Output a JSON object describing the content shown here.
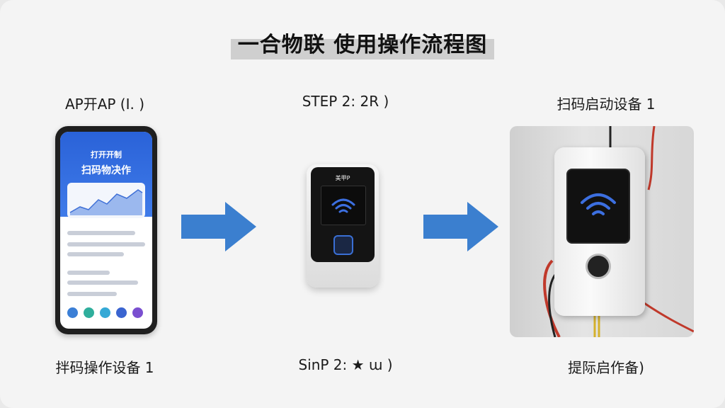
{
  "title": "一合物联 使用操作流程图",
  "steps": [
    {
      "top_label": "AP开AP (I. )",
      "bottom_label": "拌码操作设备 1"
    },
    {
      "top_label": "STEP 2:  2R  )",
      "bottom_label": "SinP 2:  ★ ɯ  )"
    },
    {
      "top_label": "扫码启动设备 1",
      "bottom_label": "提际启作备)"
    }
  ],
  "phone": {
    "app_title": "打开开制",
    "heading": "扫码物决作"
  },
  "device": {
    "brand": "美甲P"
  },
  "colors": {
    "arrow": "#3b7fcf",
    "accent": "#2a62d8",
    "wifi": "#3c6fe0"
  },
  "icons": [
    "wifi-icon",
    "arrow-right-icon",
    "power-button-icon"
  ]
}
